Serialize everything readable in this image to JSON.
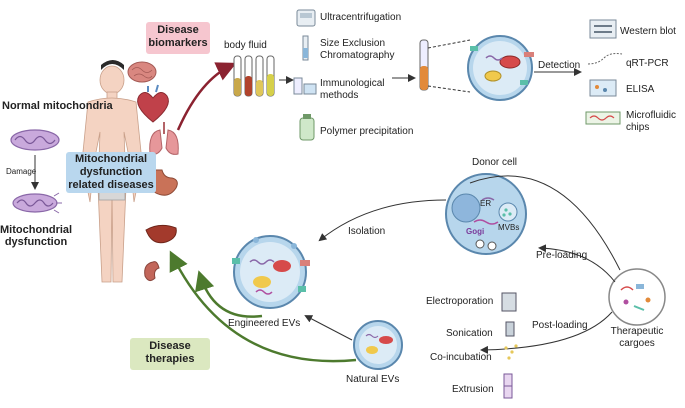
{
  "left": {
    "normal_mito": "Normal mitochondria",
    "damage": "Damage",
    "dysfunction": "Mitochondrial dysfunction",
    "diseases_box": "Mitochondrial dysfunction related diseases"
  },
  "biomarkers": {
    "tag": "Disease biomarkers",
    "body_fluid": "body fluid",
    "methods": [
      "Ultracentrifugation",
      "Size Exclusion Chromatography",
      "Immunological methods",
      "Polymer precipitation"
    ],
    "detection": "Detection",
    "detections": [
      "Western blot",
      "qRT-PCR",
      "ELISA",
      "Microfluidic chips"
    ]
  },
  "therapies": {
    "tag": "Disease therapies",
    "donor_cell": "Donor cell",
    "er": "ER",
    "gogi": "Gogi",
    "mvbs": "MVBs",
    "isolation": "Isolation",
    "pre_loading": "Pre-loading",
    "post_loading": "Post-loading",
    "cargoes": "Therapeutic cargoes",
    "engineered": "Engineered EVs",
    "natural": "Natural EVs",
    "post_methods": [
      "Electroporation",
      "Sonication",
      "Co-incubation",
      "Extrusion"
    ]
  },
  "colors": {
    "pink_tag": "#f6c6cf",
    "green_tag": "#dbe8c0",
    "blue_box": "#b9d7ee",
    "arrow_red": "#8b2230",
    "arrow_green": "#4d7a2e",
    "cell_blue": "#a9cde8",
    "mito_purple": "#a98bc4"
  }
}
